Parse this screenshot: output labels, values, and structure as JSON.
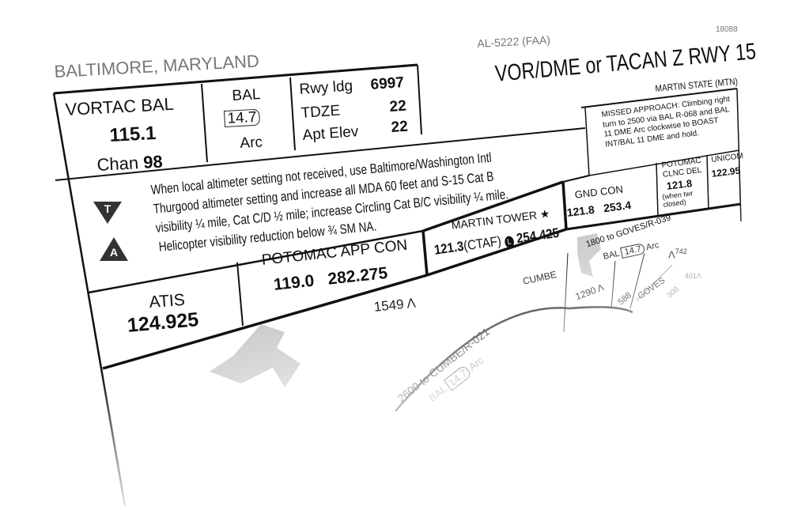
{
  "header": {
    "location": "BALTIMORE, MARYLAND",
    "chart_id": "AL-5222 (FAA)",
    "cycle": "18088",
    "title": "VOR/DME or TACAN Z RWY 15",
    "airport": "MARTIN STATE (MTN)"
  },
  "navaid": {
    "label": "VORTAC BAL",
    "freq": "115.1",
    "chan_label": "Chan",
    "chan": "98"
  },
  "arc": {
    "id": "BAL",
    "dme": "14.7",
    "label": "Arc"
  },
  "runway": {
    "rwy_label": "Rwy ldg",
    "rwy": "6997",
    "tdze_label": "TDZE",
    "tdze": "22",
    "elev_label": "Apt Elev",
    "elev": "22"
  },
  "missed_approach": "MISSED APPROACH: Climbing right turn to 2500 via BAL R-068 and BAL 11 DME Arc clockwise to BOAST INT/BAL 11 DME and hold.",
  "notes": {
    "line1": "When local altimeter setting not received, use Baltimore/Washington Intl",
    "line2": "Thurgood altimeter setting and increase all MDA 60 feet and S-15 Cat B",
    "line3": "visibility ¼ mile, Cat C/D ½ mile; increase Circling Cat B/C visibility ¼ mile.",
    "line4": "Helicopter visibility reduction below ¾ SM NA.",
    "icon_t": "T",
    "icon_a": "A"
  },
  "comms": {
    "atis_label": "ATIS",
    "atis": "124.925",
    "app_label": "POTOMAC APP CON",
    "app": "119.0   282.275",
    "tower_label": "MARTIN TOWER ★",
    "tower_vhf": "121.3",
    "tower_ctaf": "(CTAF)",
    "tower_l": "L",
    "tower_uhf": "254.425",
    "gnd_label": "GND CON",
    "gnd": "121.8   253.4",
    "clnc_label": "POTOMAC CLNC DEL",
    "clnc": "121.8",
    "clnc_note": "(when twr closed)",
    "unicom_label": "UNICOM",
    "unicom": "122.95"
  },
  "plan": {
    "obst1": "1549",
    "cumbe": "CUMBE",
    "route1": "2600 to CUMBE/R-021",
    "route1_bal": "BAL",
    "route1_dme": "14.7",
    "route1_arc": "Arc",
    "route2": "1800 to GOVES/R-039",
    "route2_bal": "BAL",
    "route2_dme": "14.7",
    "route2_arc": "Arc",
    "obst2": "1290",
    "obst3": "742",
    "obst4": "588",
    "goves": "GOVES",
    "obst5": "308",
    "obst6": "401"
  }
}
